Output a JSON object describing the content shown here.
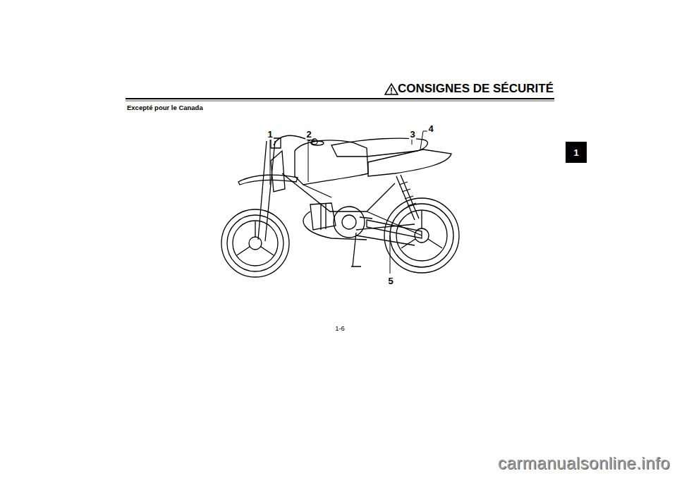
{
  "diagram": {
    "title": "CONSIGNES DE SÉCURITÉ",
    "nodes": [
      {
        "text": [
          "1"
        ]
      }
    ],
    "labels": [
      "Excepté pour le Canada",
      "1",
      "2",
      "3",
      "4",
      "5",
      "1-6",
      "carmanualsonline.info"
    ]
  }
}
